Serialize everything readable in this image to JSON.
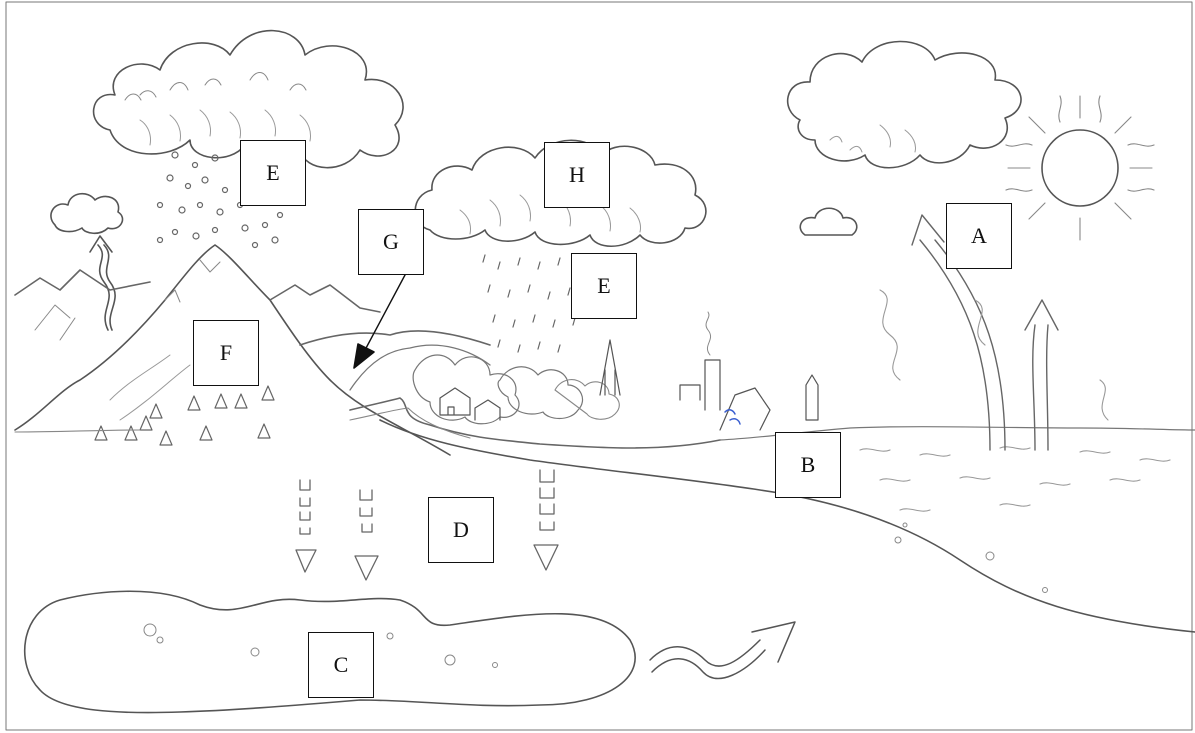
{
  "diagram": {
    "labels": {
      "A": "A",
      "B": "B",
      "C": "C",
      "D": "D",
      "E_top": "E",
      "E_rain": "E",
      "F": "F",
      "G": "G",
      "H": "H"
    },
    "line_color": "#555555",
    "box_border_color": "#111111",
    "accent_blue": "#3a5fd0"
  }
}
